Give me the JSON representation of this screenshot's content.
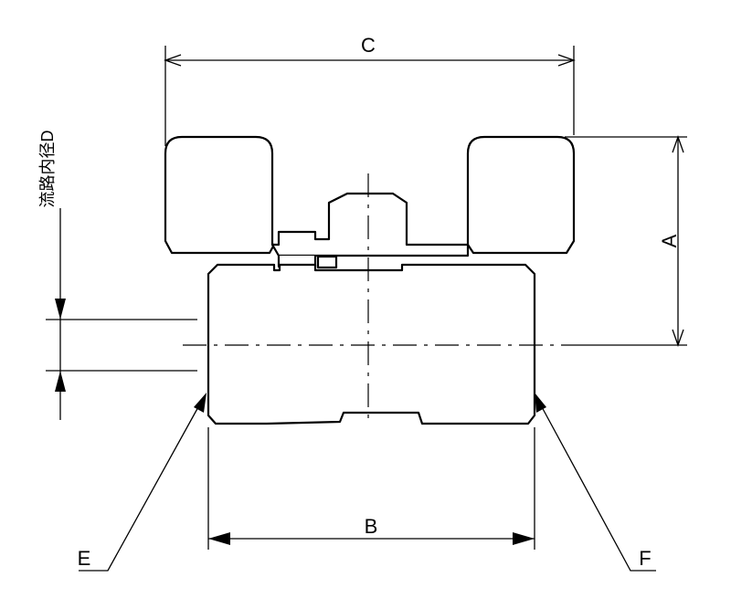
{
  "drawing": {
    "dimension_labels": {
      "a": "A",
      "b": "B",
      "c": "C",
      "e": "E",
      "f": "F"
    },
    "flow_bore_label": "流路内径D"
  }
}
